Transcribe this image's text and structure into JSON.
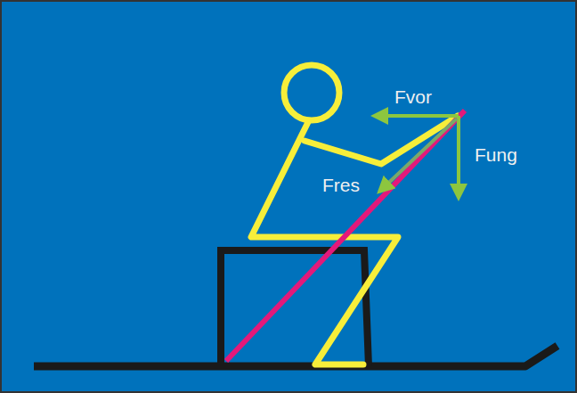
{
  "diagram": {
    "labels": [
      "Fvor",
      "Fung",
      "Fres"
    ]
  }
}
